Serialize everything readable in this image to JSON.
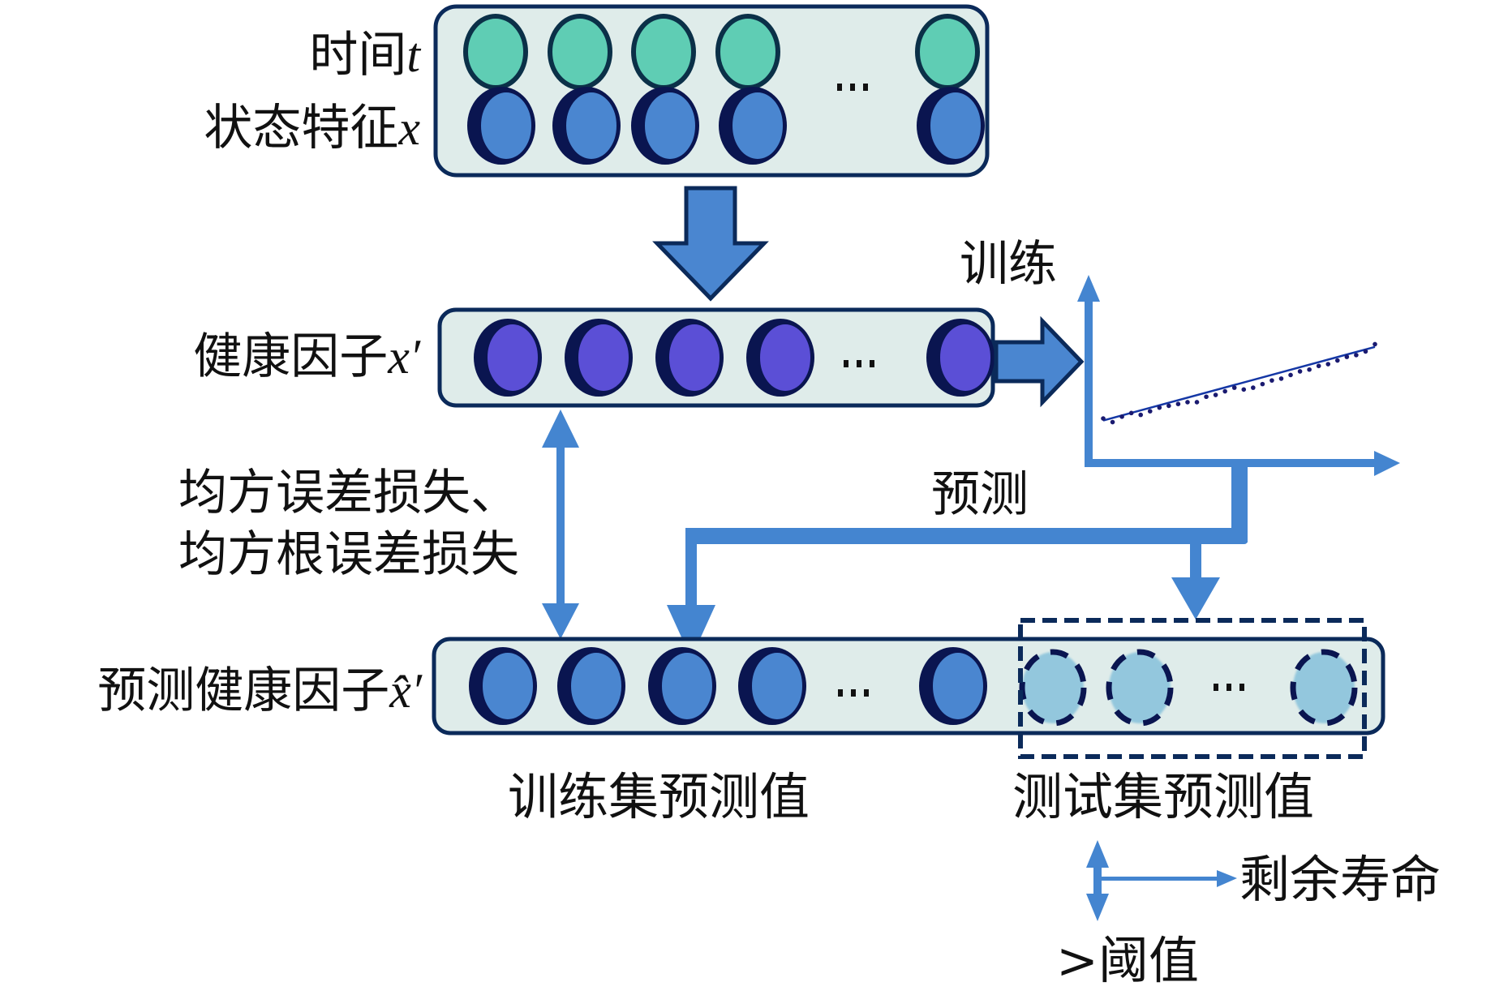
{
  "input_layer": {
    "time_label": "时间",
    "time_symbol": "t",
    "feature_label": "状态特征",
    "feature_symbol": "x",
    "time_nodes": 5,
    "feature_nodes": 5,
    "ellipsis": "···"
  },
  "health_layer": {
    "label": "健康因子",
    "symbol": "x′",
    "nodes": 5,
    "ellipsis": "···"
  },
  "predicted_layer": {
    "label": "预测健康因子",
    "symbol": "x̂′",
    "train_nodes": 5,
    "test_nodes": 3,
    "ellipsis": "···",
    "train_caption": "训练集预测值",
    "test_caption": "测试集预测值"
  },
  "loss_label_line1": "均方误差损失、",
  "loss_label_line2": "均方根误差损失",
  "train_label": "训练",
  "predict_label": "预测",
  "rul_label": "剩余寿命",
  "threshold_label": ">阈值",
  "colors": {
    "box_fill": "#dfecea",
    "box_stroke": "#0b2a5a",
    "time_node": "#5fcdb4",
    "feature_node": "#4a86d0",
    "health_node": "#5b4fd6",
    "test_node": "#93c7dd",
    "node_shadow": "#0a1550",
    "arrow": "#4485d0",
    "fit_line": "#1437a5"
  },
  "chart_data": {
    "type": "scatter",
    "title": "训练",
    "xlabel": "",
    "ylabel": "",
    "x": [
      1,
      2,
      3,
      4,
      5,
      6,
      7,
      8,
      9,
      10,
      11,
      12,
      13,
      14,
      15,
      16,
      17,
      18,
      19,
      20,
      21,
      22,
      23,
      24,
      25,
      26,
      27,
      28,
      29,
      30
    ],
    "y": [
      1.2,
      1.0,
      1.3,
      1.5,
      1.4,
      1.6,
      1.8,
      1.9,
      2.0,
      2.1,
      2.1,
      2.4,
      2.5,
      2.7,
      2.9,
      2.8,
      2.9,
      3.1,
      3.3,
      3.4,
      3.6,
      3.8,
      3.9,
      4.1,
      4.2,
      4.4,
      4.6,
      4.7,
      4.9,
      5.3
    ],
    "fit_line": {
      "slope": 0.14,
      "intercept": 0.95
    },
    "grid": false
  }
}
